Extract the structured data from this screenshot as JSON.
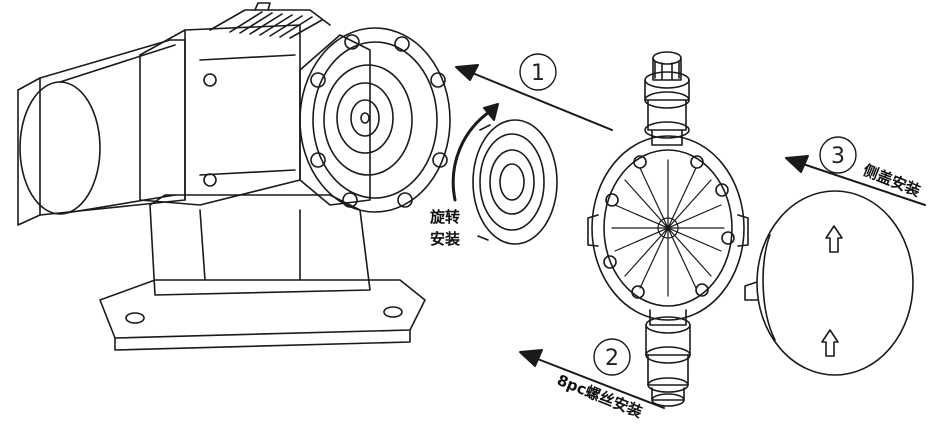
{
  "steps": [
    {
      "number": "1",
      "label": ""
    },
    {
      "number": "2",
      "label": "8pc螺丝安装"
    },
    {
      "number": "3",
      "label": "侧盖安装"
    }
  ],
  "rotate_label_line1": "旋转",
  "rotate_label_line2": "安装",
  "colors": {
    "line": "#1a1a1a",
    "background": "#ffffff"
  }
}
